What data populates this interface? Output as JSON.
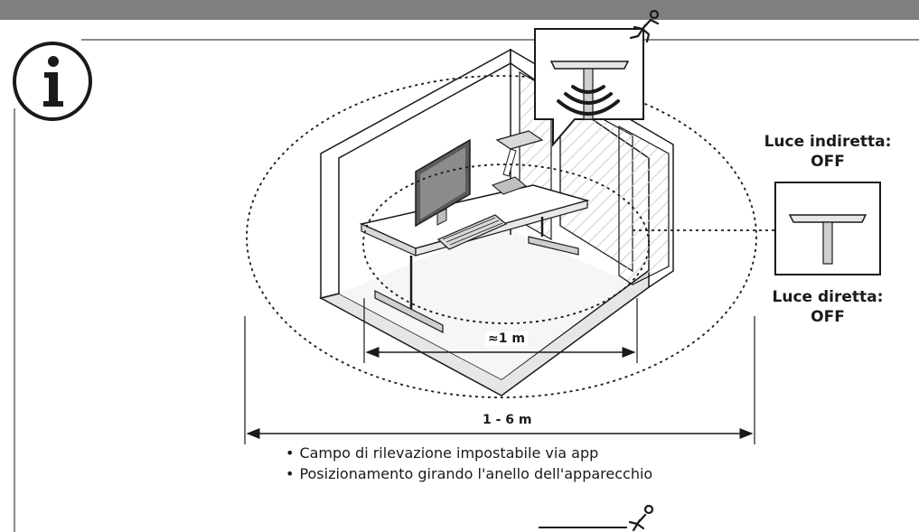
{
  "indirect_light": {
    "title": "Luce indiretta:",
    "state": "OFF"
  },
  "direct_light": {
    "title": "Luce diretta:",
    "state": "OFF"
  },
  "dimensions": {
    "inner": "≈1 m",
    "outer": "1 - 6 m"
  },
  "notes": [
    "Campo di rilevazione impostabile via app",
    "Posizionamento girando l'anello dell'apparecchio"
  ],
  "icons": {
    "info": "info-icon",
    "presence": "running-person-icon",
    "sensor": "sensor-waves-icon"
  },
  "colors": {
    "top_bar": "#7f7f7f",
    "rule": "#8a8a8a",
    "line": "#1a1a1a",
    "floor": "#f2f2f2"
  }
}
